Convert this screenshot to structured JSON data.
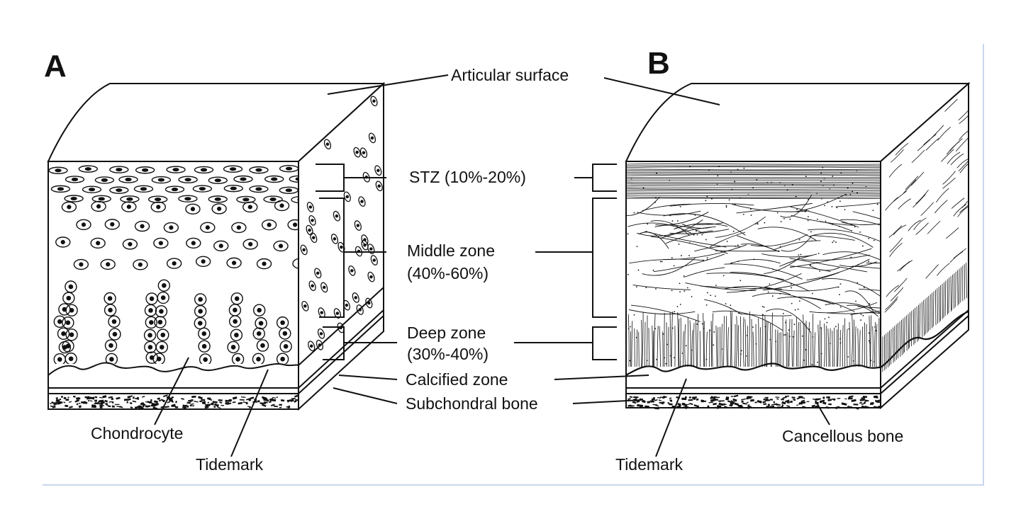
{
  "panels": {
    "a": {
      "letter": "A"
    },
    "b": {
      "letter": "B"
    }
  },
  "labels": {
    "articular_surface": "Articular surface",
    "stz_name": "STZ (10%-20%)",
    "middle_zone_name": "Middle zone",
    "middle_zone_pct": "(40%-60%)",
    "deep_zone_name": "Deep zone",
    "deep_zone_pct": "(30%-40%)",
    "calcified_zone": "Calcified zone",
    "subchondral_bone": "Subchondral bone",
    "chondrocyte": "Chondrocyte",
    "tidemark_a": "Tidemark",
    "tidemark_b": "Tidemark",
    "cancellous_bone": "Cancellous bone"
  },
  "colors": {
    "ink": "#111111",
    "frame": "#c9d7ec",
    "background": "#ffffff"
  }
}
